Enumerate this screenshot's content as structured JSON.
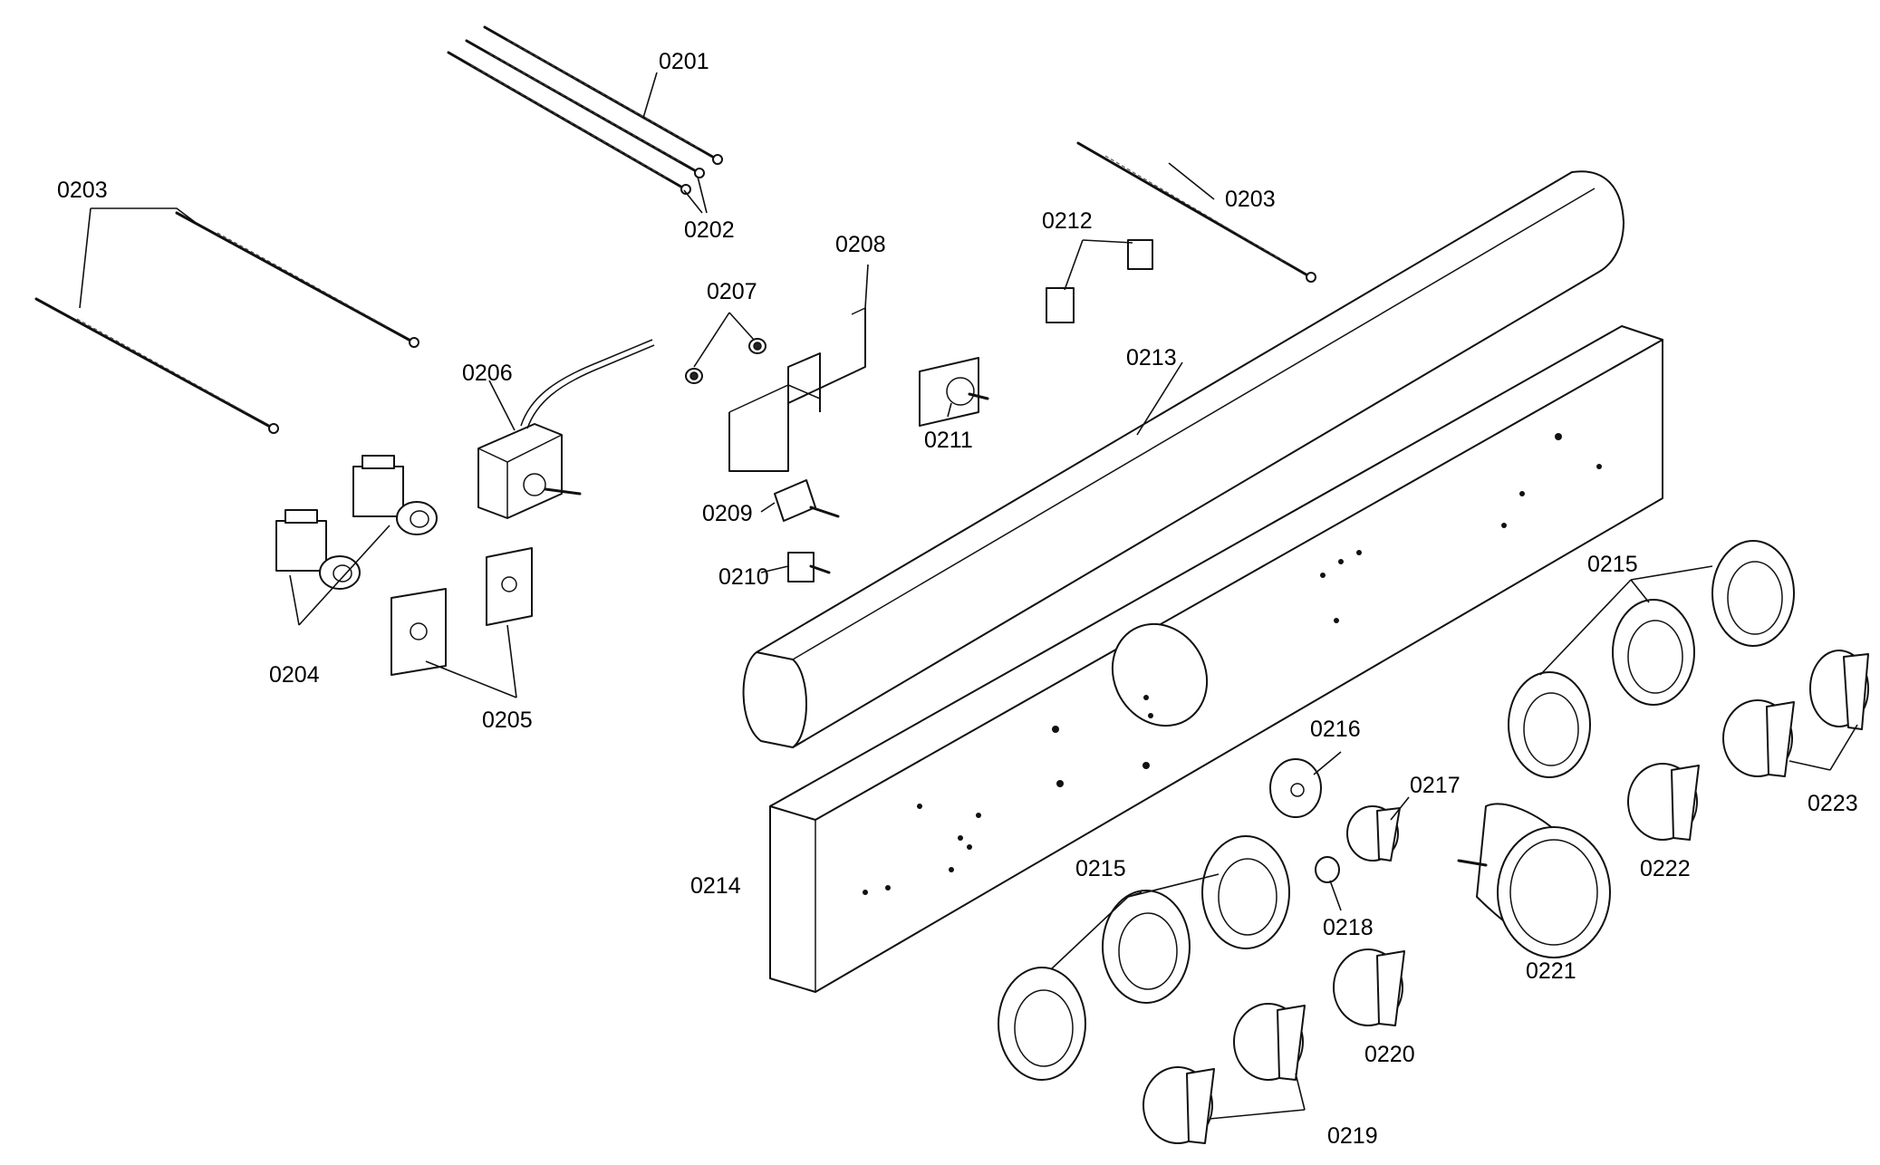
{
  "labels": {
    "p0201": "0201",
    "p0202": "0202",
    "p0203_left": "0203",
    "p0203_right": "0203",
    "p0204": "0204",
    "p0205": "0205",
    "p0206": "0206",
    "p0207": "0207",
    "p0208": "0208",
    "p0209": "0209",
    "p0210": "0210",
    "p0211": "0211",
    "p0212": "0212",
    "p0213": "0213",
    "p0214": "0214",
    "p0215_right": "0215",
    "p0215_left": "0215",
    "p0216": "0216",
    "p0217": "0217",
    "p0218": "0218",
    "p0219": "0219",
    "p0220": "0220",
    "p0221": "0221",
    "p0222": "0222",
    "p0223": "0223"
  }
}
